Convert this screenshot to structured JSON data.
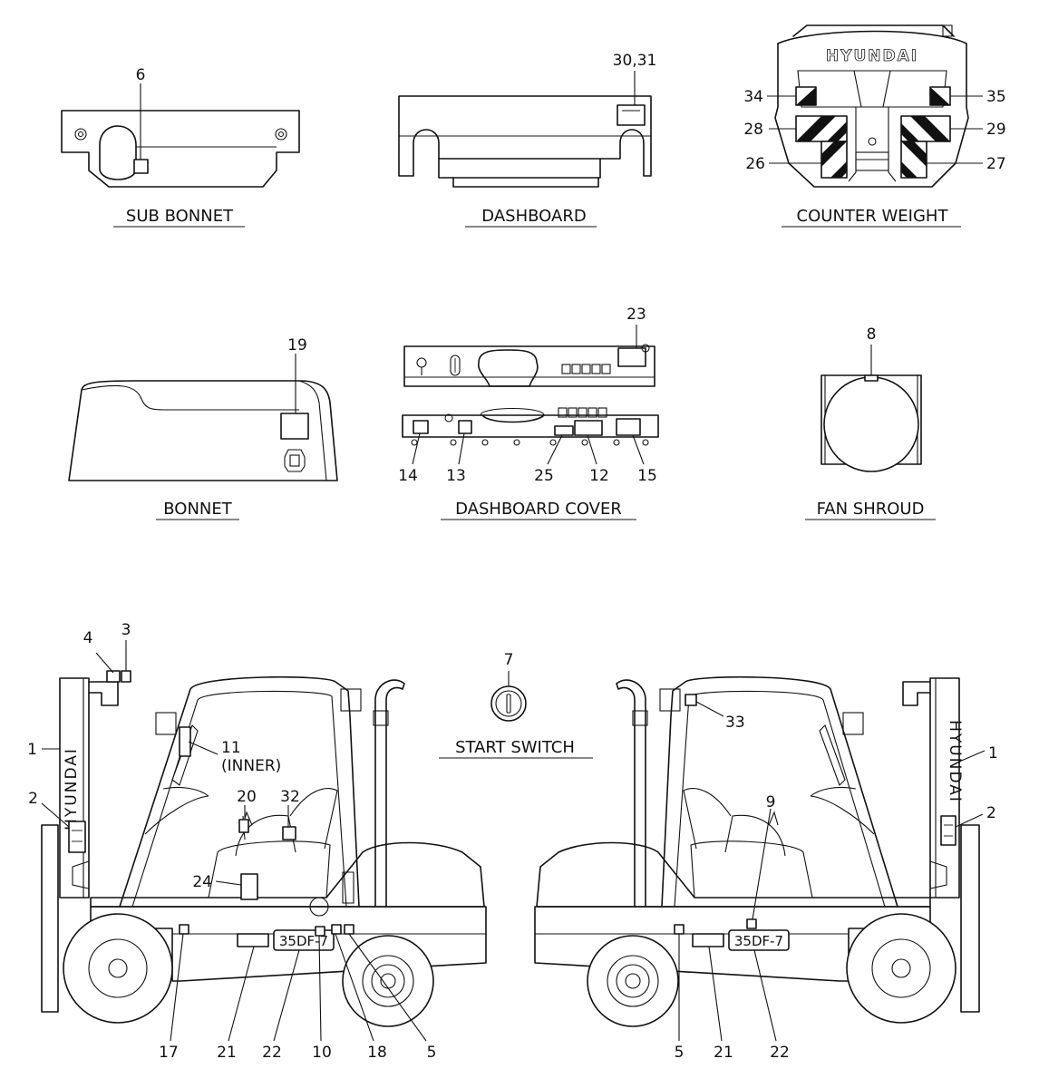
{
  "views": {
    "sub_bonnet": {
      "caption": "SUB BONNET"
    },
    "dashboard": {
      "caption": "DASHBOARD"
    },
    "counter_weight": {
      "caption": "COUNTER WEIGHT",
      "brand": "HYUNDAI"
    },
    "bonnet": {
      "caption": "BONNET"
    },
    "dashboard_cover": {
      "caption": "DASHBOARD COVER"
    },
    "fan_shroud": {
      "caption": "FAN SHROUD"
    },
    "start_switch": {
      "caption": "START SWITCH"
    },
    "left_side": {
      "mast_brand": "HYUNDAI",
      "model_badge": "35DF-7"
    },
    "right_side": {
      "mast_brand": "HYUNDAI",
      "model_badge": "35DF-7"
    }
  },
  "callouts": {
    "c6": "6",
    "c30_31": "30,31",
    "c34": "34",
    "c35": "35",
    "c28": "28",
    "c29": "29",
    "c26": "26",
    "c27": "27",
    "c19": "19",
    "c23": "23",
    "c14": "14",
    "c13": "13",
    "c25": "25",
    "c12": "12",
    "c15": "15",
    "c8": "8",
    "c7": "7",
    "l4": "4",
    "l3": "3",
    "l1": "1",
    "l2": "2",
    "l11": "11",
    "l11b": "(INNER)",
    "l20": "20",
    "l32": "32",
    "l24": "24",
    "l17": "17",
    "l21": "21",
    "l22": "22",
    "l10": "10",
    "l18": "18",
    "l5": "5",
    "r33": "33",
    "r9": "9",
    "r1": "1",
    "r2": "2",
    "r5": "5",
    "r21": "21",
    "r22": "22"
  }
}
